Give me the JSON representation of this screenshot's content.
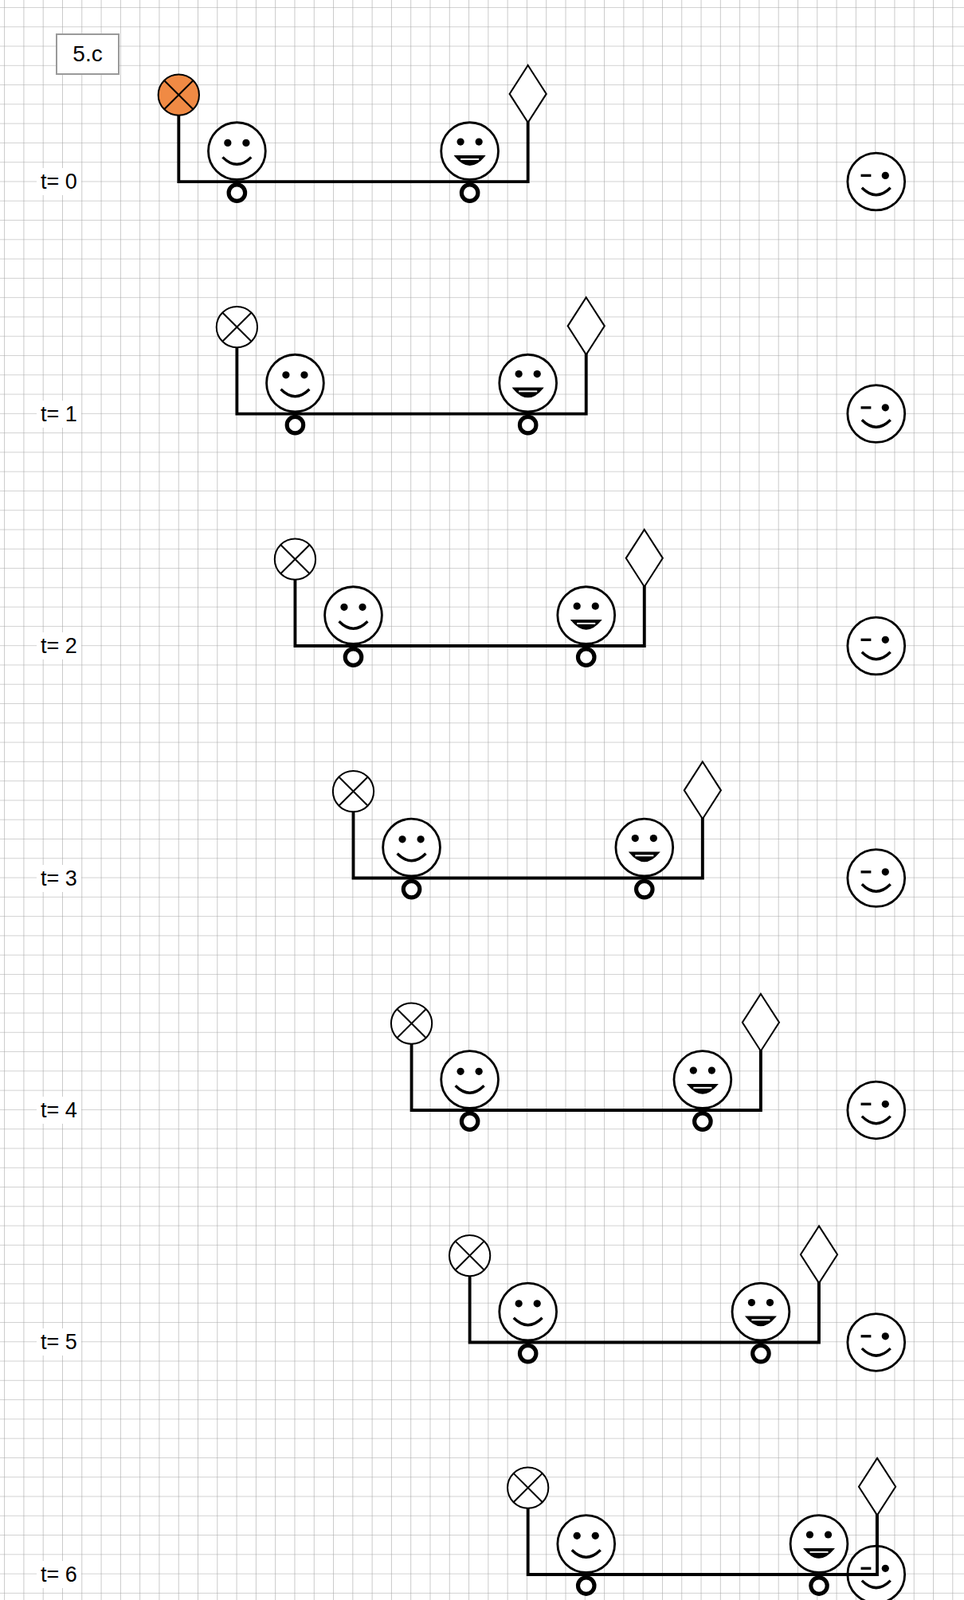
{
  "diagram": {
    "nodes": [
      {
        "text": [
          "5.c"
        ]
      }
    ],
    "labels": [
      "t= 0",
      "t= 1",
      "t= 2",
      "t= 3",
      "t= 4",
      "t= 5",
      "t= 6"
    ]
  }
}
